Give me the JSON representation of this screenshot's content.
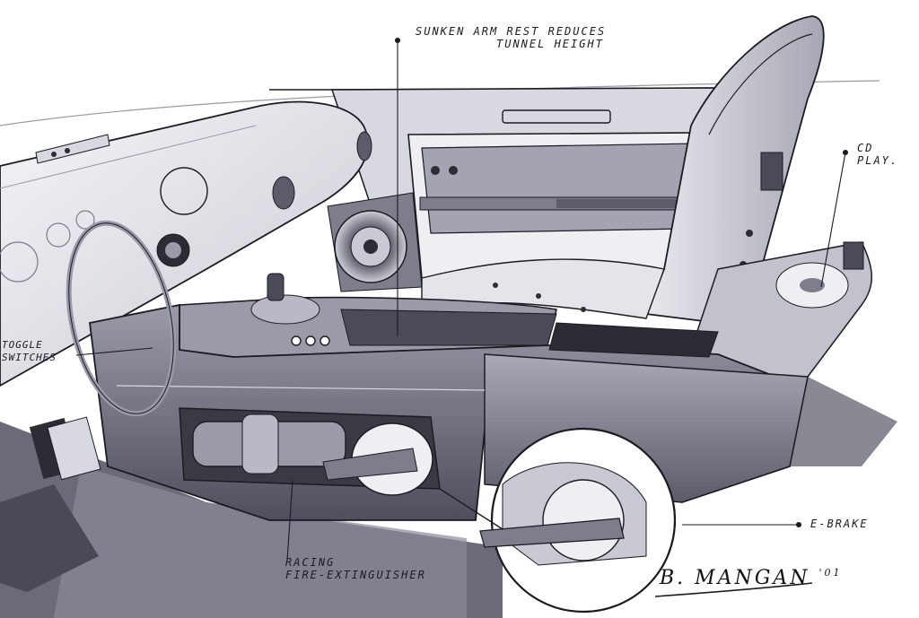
{
  "annotations": {
    "sunken_armrest": [
      "SUNKEN ARM REST REDUCES",
      "TUNNEL HEIGHT"
    ],
    "cd_player": [
      "CD",
      "PLAY."
    ],
    "toggle_switches": [
      "TOGGLE",
      "SWITCHES"
    ],
    "e_brake": "E-BRAKE",
    "fire_extinguisher": [
      "RACING",
      "FIRE-EXTINGUISHER"
    ]
  },
  "signature": {
    "name": "B. MANGAN",
    "year": "'01"
  },
  "colors": {
    "ink": "#1b1b22",
    "marker_dark": "#4a4a58",
    "marker_mid": "#7d7d8c",
    "marker_light": "#b9b9c6",
    "paper": "#ffffff"
  }
}
